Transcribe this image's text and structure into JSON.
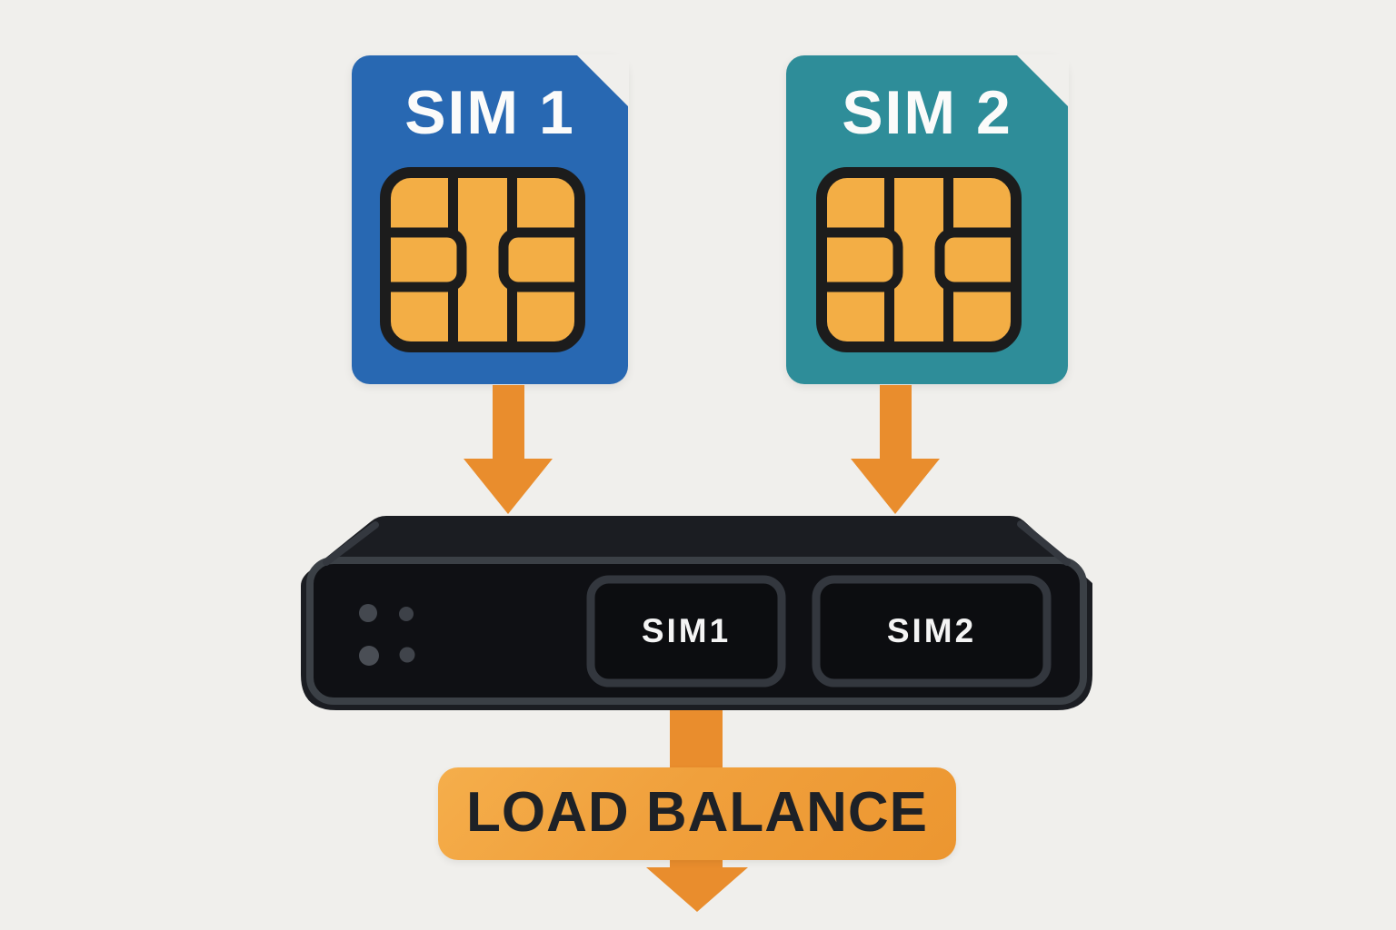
{
  "title": "Dual SIM load balance diagram",
  "background_color": "#f0efec",
  "sim_cards": [
    {
      "label": "SIM 1",
      "color": "#2868b2",
      "text_color": "#fbfbfa"
    },
    {
      "label": "SIM 2",
      "color": "#2e8d99",
      "text_color": "#fbfbfa"
    }
  ],
  "chip": {
    "gold_color": "#f3ae45",
    "outline_color": "#1c1c1c"
  },
  "arrows": {
    "color": "#e98d2d",
    "direction": "down",
    "count": 3
  },
  "router": {
    "body_color": "#16181c",
    "outline_color": "#3b4046",
    "led_color": "#474b53",
    "slots": [
      {
        "label": "SIM1"
      },
      {
        "label": "SIM2"
      }
    ]
  },
  "banner": {
    "label": "LOAD BALANCE",
    "color": "#f0a03c",
    "text_color": "#1e2126"
  }
}
